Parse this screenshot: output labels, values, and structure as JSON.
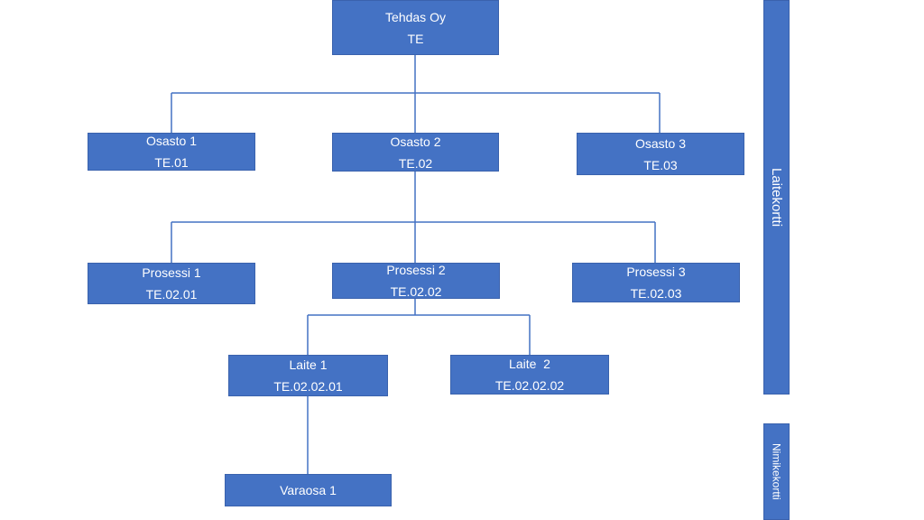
{
  "colors": {
    "node_fill": "#4472c4",
    "connector": "#4472c4",
    "text": "#ffffff"
  },
  "nodes": {
    "root": {
      "name": "Tehdas Oy",
      "code": "TE"
    },
    "osasto1": {
      "name": "Osasto 1",
      "code": "TE.01"
    },
    "osasto2": {
      "name": "Osasto 2",
      "code": "TE.02"
    },
    "osasto3": {
      "name": "Osasto 3",
      "code": "TE.03"
    },
    "prosessi1": {
      "name": "Prosessi 1",
      "code": "TE.02.01"
    },
    "prosessi2": {
      "name": "Prosessi 2",
      "code": "TE.02.02"
    },
    "prosessi3": {
      "name": "Prosessi 3",
      "code": "TE.02.03"
    },
    "laite1": {
      "name": "Laite 1",
      "code": "TE.02.02.01"
    },
    "laite2": {
      "name": "Laite  2",
      "code": "TE.02.02.02"
    },
    "varaosa1": {
      "name": "Varaosa 1"
    }
  },
  "side_labels": {
    "laitekortti": "Laitekortti",
    "nimikekortti": "Nimikekortti"
  }
}
